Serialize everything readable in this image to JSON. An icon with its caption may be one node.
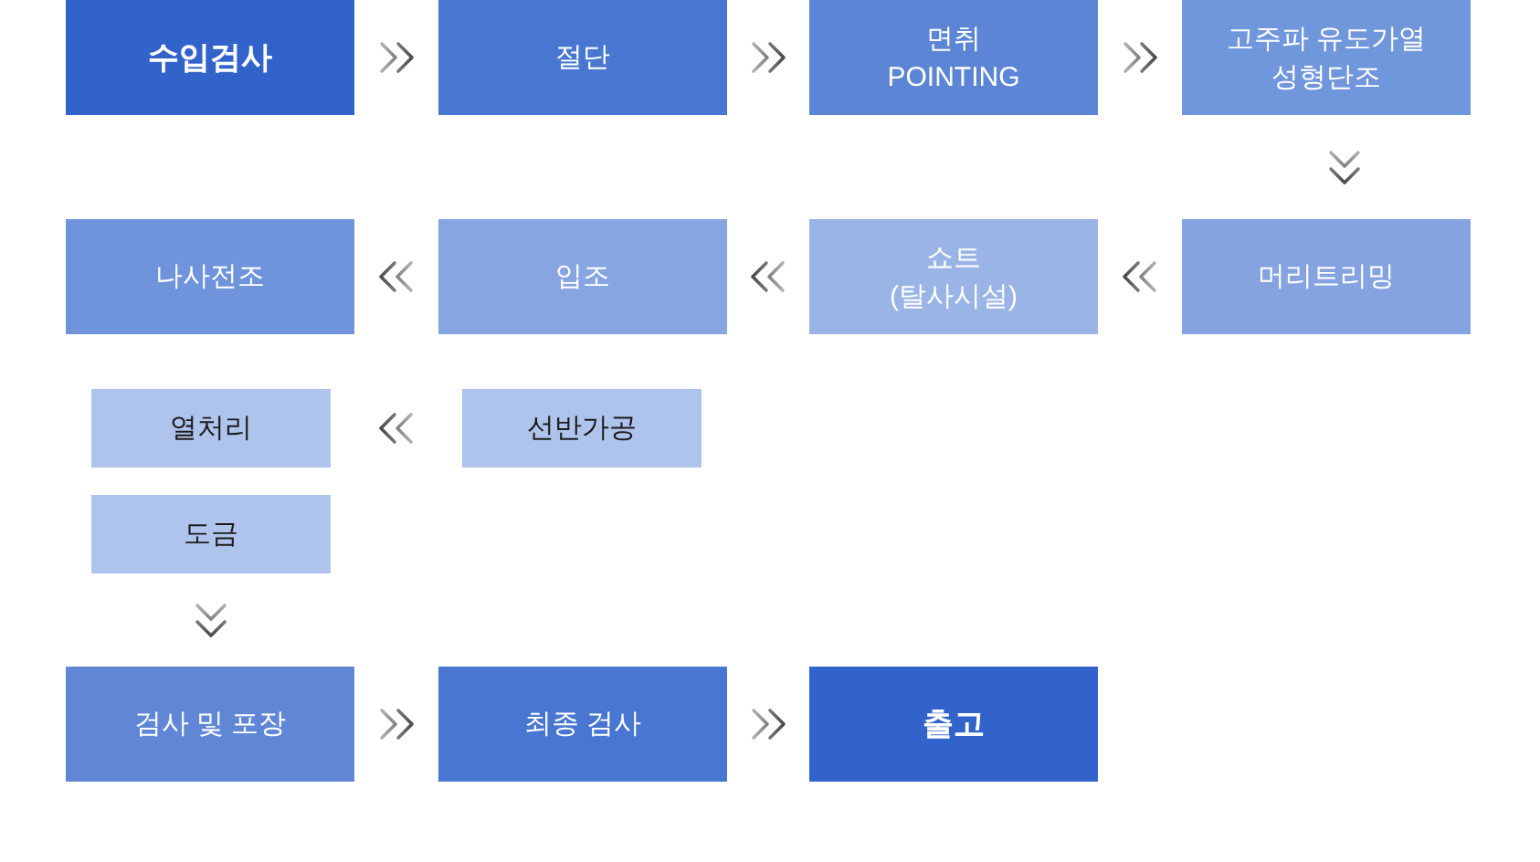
{
  "diagram": {
    "nodes": [
      {
        "text": [
          "수입검사"
        ]
      },
      {
        "text": [
          "절단"
        ]
      },
      {
        "text": [
          "면취 POINTING"
        ]
      },
      {
        "text": [
          "고주파 유도가열 성형단조"
        ]
      },
      {
        "text": [
          "머리트리밍"
        ]
      },
      {
        "text": [
          "쇼트 (탈사시설)"
        ]
      },
      {
        "text": [
          "입조"
        ]
      },
      {
        "text": [
          "나사전조"
        ]
      },
      {
        "text": [
          "선반가공"
        ]
      },
      {
        "text": [
          "열처리"
        ]
      },
      {
        "text": [
          "도금"
        ]
      },
      {
        "text": [
          "검사 및 포장"
        ]
      },
      {
        "text": [
          "최종 검사"
        ]
      },
      {
        "text": [
          "출고"
        ]
      }
    ],
    "edges": [
      {
        "from": 0,
        "to": 1,
        "arrow": "to"
      },
      {
        "from": 1,
        "to": 2,
        "arrow": "to"
      },
      {
        "from": 2,
        "to": 3,
        "arrow": "to"
      },
      {
        "from": 3,
        "to": 4,
        "arrow": "to"
      },
      {
        "from": 4,
        "to": 5,
        "arrow": "to"
      },
      {
        "from": 5,
        "to": 6,
        "arrow": "to"
      },
      {
        "from": 6,
        "to": 7,
        "arrow": "to"
      },
      {
        "from": 8,
        "to": 9,
        "arrow": "to"
      },
      {
        "from": 10,
        "to": 11,
        "arrow": "to"
      },
      {
        "from": 11,
        "to": 12,
        "arrow": "to"
      },
      {
        "from": 12,
        "to": 13,
        "arrow": "to"
      }
    ]
  }
}
